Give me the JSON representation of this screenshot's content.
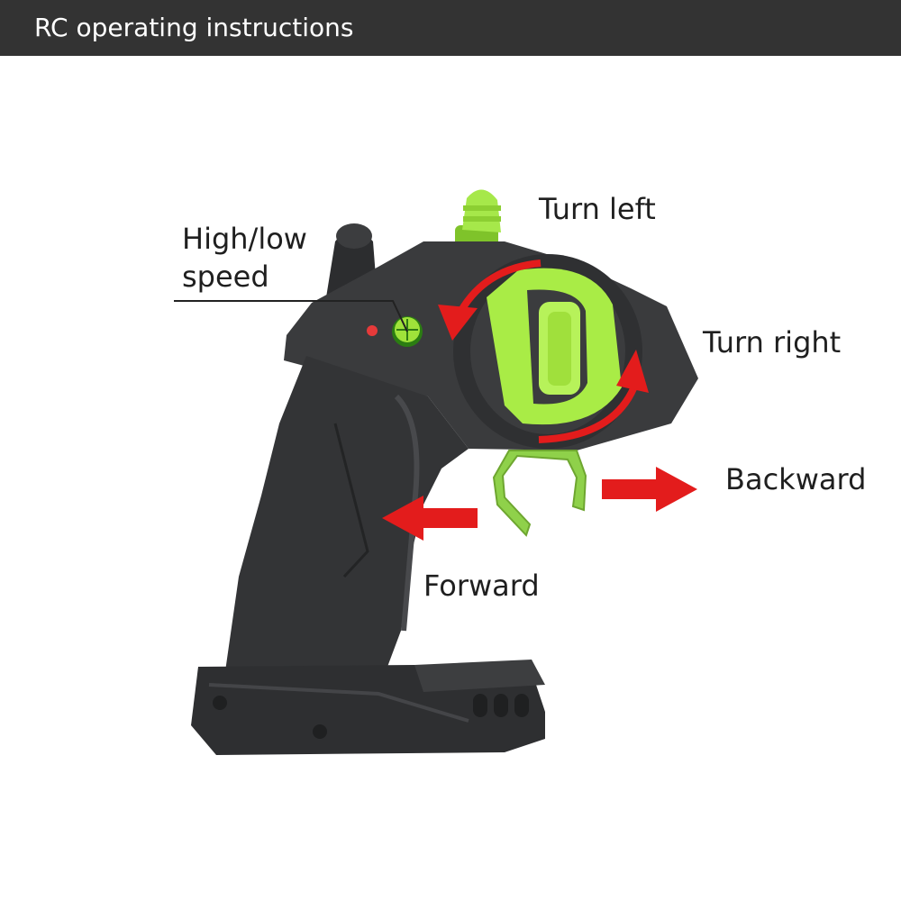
{
  "header": {
    "title": "RC operating instructions"
  },
  "labels": {
    "speed": "High/low speed",
    "turn_left": "Turn left",
    "turn_right": "Turn right",
    "backward": "Backward",
    "forward": "Forward"
  },
  "colors": {
    "header_bg": "#333333",
    "body_dark": "#3a3b3d",
    "accent_green": "#9fe23a",
    "arrow_red": "#e31c1c"
  }
}
